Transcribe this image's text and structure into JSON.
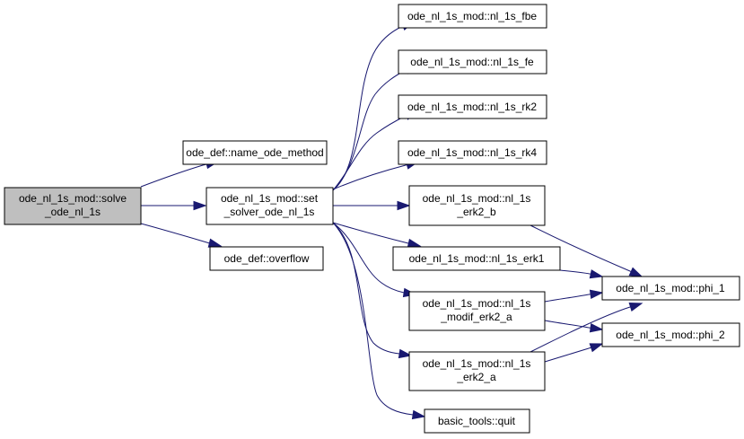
{
  "nodes": {
    "solve": [
      "ode_nl_1s_mod::solve",
      "_ode_nl_1s"
    ],
    "name_ode_method": [
      "ode_def::name_ode_method"
    ],
    "set_solver": [
      "ode_nl_1s_mod::set",
      "_solver_ode_nl_1s"
    ],
    "overflow": [
      "ode_def::overflow"
    ],
    "fbe": [
      "ode_nl_1s_mod::nl_1s_fbe"
    ],
    "fe": [
      "ode_nl_1s_mod::nl_1s_fe"
    ],
    "rk2": [
      "ode_nl_1s_mod::nl_1s_rk2"
    ],
    "rk4": [
      "ode_nl_1s_mod::nl_1s_rk4"
    ],
    "erk2_b": [
      "ode_nl_1s_mod::nl_1s",
      "_erk2_b"
    ],
    "erk1": [
      "ode_nl_1s_mod::nl_1s_erk1"
    ],
    "modif_erk2_a": [
      "ode_nl_1s_mod::nl_1s",
      "_modif_erk2_a"
    ],
    "erk2_a": [
      "ode_nl_1s_mod::nl_1s",
      "_erk2_a"
    ],
    "quit": [
      "basic_tools::quit"
    ],
    "phi_1": [
      "ode_nl_1s_mod::phi_1"
    ],
    "phi_2": [
      "ode_nl_1s_mod::phi_2"
    ]
  },
  "edges": [
    [
      "solve",
      "name_ode_method"
    ],
    [
      "solve",
      "set_solver"
    ],
    [
      "solve",
      "overflow"
    ],
    [
      "set_solver",
      "fbe"
    ],
    [
      "set_solver",
      "fe"
    ],
    [
      "set_solver",
      "rk2"
    ],
    [
      "set_solver",
      "rk4"
    ],
    [
      "set_solver",
      "erk2_b"
    ],
    [
      "set_solver",
      "erk1"
    ],
    [
      "set_solver",
      "modif_erk2_a"
    ],
    [
      "set_solver",
      "erk2_a"
    ],
    [
      "set_solver",
      "quit"
    ],
    [
      "erk2_b",
      "phi_1"
    ],
    [
      "erk1",
      "phi_1"
    ],
    [
      "modif_erk2_a",
      "phi_1"
    ],
    [
      "modif_erk2_a",
      "phi_2"
    ],
    [
      "erk2_a",
      "phi_1"
    ],
    [
      "erk2_a",
      "phi_2"
    ]
  ],
  "root_node": "solve",
  "colors": {
    "edge": "#191970",
    "root_fill": "#bfbfbf",
    "node_fill": "#ffffff",
    "node_border": "#000000"
  }
}
